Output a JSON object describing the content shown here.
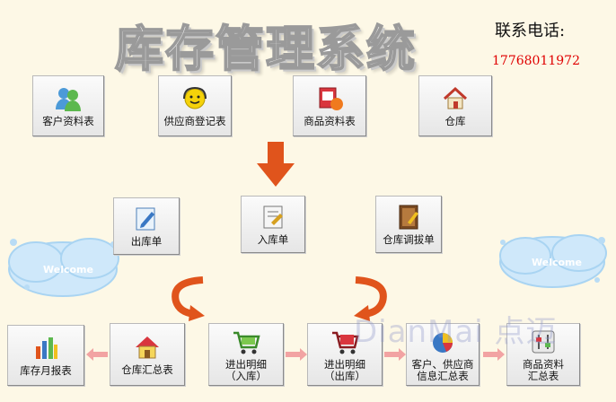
{
  "header": {
    "title": "库存管理系统",
    "contact_label": "联系电话:",
    "contact_phone": "17768011972"
  },
  "buttons": {
    "customer": "客户资料表",
    "supplier": "供应商登记表",
    "product": "商品资料表",
    "warehouse": "仓库",
    "outbound": "出库单",
    "inbound": "入库单",
    "transfer": "仓库调拔单",
    "monthly_report": "库存月报表",
    "warehouse_summary": "仓库汇总表",
    "io_detail_in": "进出明细\n（入库）",
    "io_detail_out": "进出明细\n（出库）",
    "party_summary": "客户、供应商\n信息汇总表",
    "product_summary": "商品资料\n汇总表"
  },
  "decorations": {
    "cloud_text": "Welcome",
    "watermark": "DianMai 点迈"
  },
  "colors": {
    "title_stroke": "#9a9a9a",
    "phone": "#e00000",
    "arrow_red": "#e0541c",
    "arrow_pink": "#f2a3a3",
    "cloud": "#a9d4f2"
  }
}
